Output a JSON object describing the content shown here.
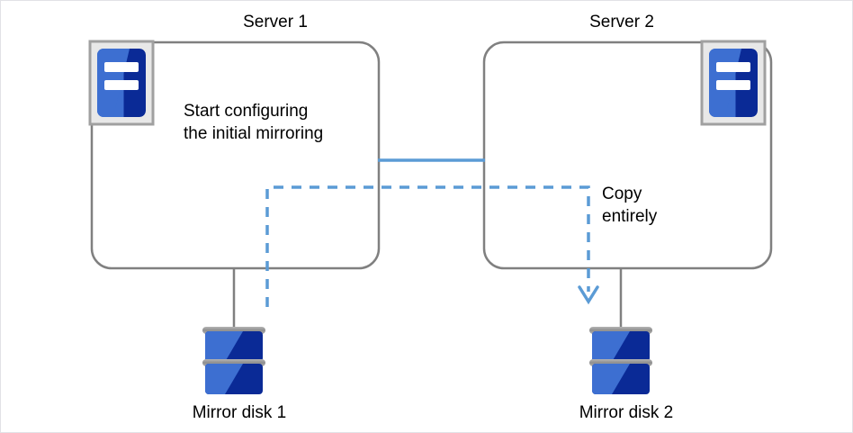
{
  "diagram": {
    "type": "network-mirroring-diagram",
    "colors": {
      "server_box_border": "#808080",
      "icon_frame": "#b0b0b0",
      "icon_blue_light": "#3d6fd1",
      "icon_blue_dark": "#0a2a96",
      "link_solid_blue": "#5b9bd5",
      "link_dashed_blue": "#5b9bd5",
      "connector_gray": "#808080",
      "disk_cap_gray": "#9a9a9a",
      "page_border": "#e2e2e6",
      "text": "#000000",
      "background": "#ffffff"
    },
    "nodes": [
      {
        "id": "server1",
        "label": "Server 1",
        "icon": "server-icon",
        "icon_position": "top-left"
      },
      {
        "id": "server2",
        "label": "Server 2",
        "icon": "server-icon",
        "icon_position": "top-right"
      },
      {
        "id": "disk1",
        "label": "Mirror disk 1",
        "icon": "disk-stack-icon"
      },
      {
        "id": "disk2",
        "label": "Mirror disk 2",
        "icon": "disk-stack-icon"
      }
    ],
    "annotations": {
      "server1_body_line1": "Start configuring",
      "server1_body_line2": "the initial mirroring",
      "server1_body": "Start configuring\nthe initial mirroring",
      "copy_line1": "Copy",
      "copy_line2": "entirely",
      "copy_label": "Copy\nentirely"
    },
    "links": [
      {
        "id": "interconnect",
        "style": "solid",
        "color": "#5b9bd5",
        "from": "server1",
        "to": "server2"
      },
      {
        "id": "mirror-copy",
        "style": "dashed",
        "color": "#5b9bd5",
        "arrow": true,
        "from": "disk1",
        "to": "disk2"
      },
      {
        "id": "server1-disk1",
        "style": "solid",
        "color": "#808080"
      },
      {
        "id": "server2-disk2",
        "style": "solid",
        "color": "#808080"
      }
    ]
  }
}
